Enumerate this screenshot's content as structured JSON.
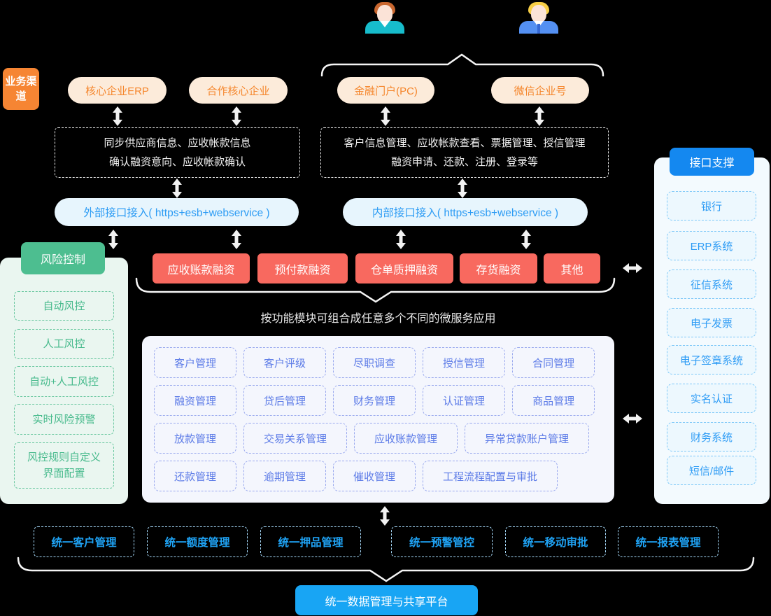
{
  "business_channel": {
    "label": "业务渠道",
    "channels": [
      "核心企业ERP",
      "合作核心企业",
      "金融门户(PC)",
      "微信企业号"
    ]
  },
  "erp_sync_box": {
    "line1": "同步供应商信息、应收帐款信息",
    "line2": "确认融资意向、应收帐款确认"
  },
  "portal_box": {
    "line1": "客户信息管理、应收帐款查看、票据管理、授信管理",
    "line2": "融资申请、还款、注册、登录等"
  },
  "interfaces": {
    "external": "外部接口接入( https+esb+webservice )",
    "internal": "内部接口接入( https+esb+webservice )"
  },
  "risk_control": {
    "title": "风险控制",
    "items": [
      "自动风控",
      "人工风控",
      "自动+人工风控",
      "实时风险预警",
      "风控规则自定义界面配置"
    ]
  },
  "financing": {
    "items": [
      "应收账款融资",
      "预付款融资",
      "仓单质押融资",
      "存货融资",
      "其他"
    ]
  },
  "caption": "按功能模块可组合成任意多个不同的微服务应用",
  "microservices": {
    "row1": [
      "客户管理",
      "客户评级",
      "尽职调查",
      "授信管理",
      "合同管理"
    ],
    "row2": [
      "融资管理",
      "贷后管理",
      "财务管理",
      "认证管理",
      "商品管理"
    ],
    "row3": [
      "放款管理",
      "交易关系管理",
      "应收账款管理",
      "异常贷款账户管理"
    ],
    "row4": [
      "还款管理",
      "逾期管理",
      "催收管理",
      "工程流程配置与审批"
    ]
  },
  "interface_support": {
    "title": "接口支撑",
    "items": [
      "银行",
      "ERP系统",
      "征信系统",
      "电子发票",
      "电子签章系统",
      "实名认证",
      "财务系统",
      "短信/邮件"
    ]
  },
  "unified": {
    "items": [
      "统一客户管理",
      "统一额度管理",
      "统一押品管理",
      "统一预警管控",
      "统一移动审批",
      "统一报表管理"
    ]
  },
  "platform": {
    "label": "统一数据管理与共享平台"
  },
  "colors": {
    "orange": "#F68533",
    "orange_light": "#FCEBDA",
    "red": "#F8695F",
    "green": "#4DBE90",
    "green_light": "#EAF6F0",
    "blue_header": "#1488F0",
    "azure": "#18A5F4",
    "interface_bg": "#E7F5FD",
    "interface_text": "#2D9CF4",
    "micro_panel": "#F4F6FD",
    "micro_text": "#5C7BE7",
    "support_panel": "#F3FAFE",
    "support_text": "#2E9CF5",
    "unified_text": "#1FA3F5",
    "arrow": "#F2F2F2"
  }
}
